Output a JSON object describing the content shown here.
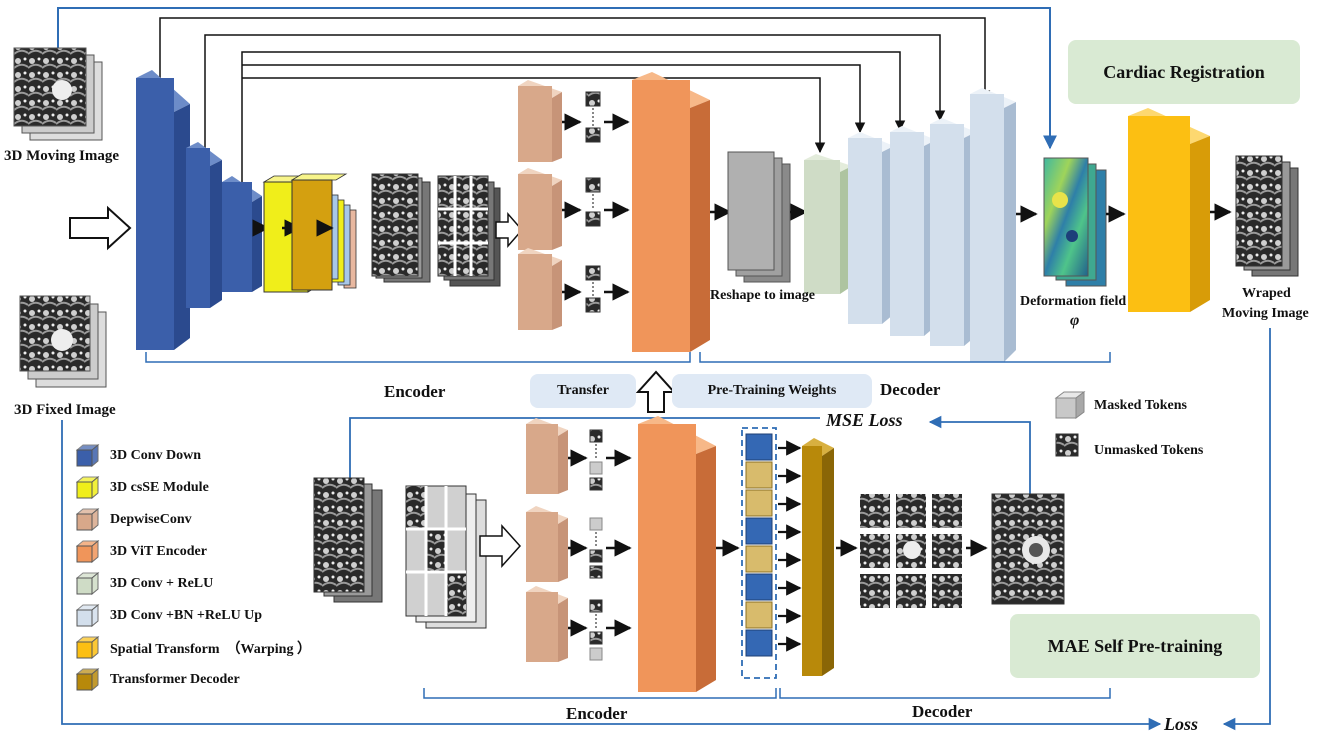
{
  "colors": {
    "conv_down": "#3b5faa",
    "csse": "#f0ee1a",
    "depthwise": "#d8a88a",
    "vit": "#f0955a",
    "conv_relu": "#cfdcc6",
    "conv_bn_up": "#d3dfec",
    "spatial": "#fcbf12",
    "transformer_decoder": "#b8890a",
    "arrow_blue": "#2f6db5",
    "pill_green": "#d9ead3",
    "pill_blue": "#dfe9f5"
  },
  "labels": {
    "moving": "3D Moving Image",
    "fixed": "3D Fixed Image",
    "encoder_top": "Encoder",
    "decoder_top": "Decoder",
    "reshape": "Reshape to image",
    "deformation": "Deformation field",
    "phi": "φ",
    "wraped": "Wraped",
    "wraped2": "Moving Image",
    "cardiac": "Cardiac Registration",
    "transfer": "Transfer",
    "pretrain": "Pre-Training Weights",
    "mse": "MSE Loss",
    "loss": "Loss",
    "masked": "Masked Tokens",
    "unmasked": "Unmasked Tokens",
    "mae": "MAE Self Pre-training",
    "encoder_bottom": "Encoder",
    "decoder_bottom": "Decoder"
  },
  "legend": [
    {
      "label": "3D Conv Down",
      "color": "#3b5faa",
      "icon": "cube-icon"
    },
    {
      "label": "3D csSE Module",
      "color": "#f0ee1a",
      "icon": "cube-icon"
    },
    {
      "label": "DepwiseConv",
      "color": "#d8a88a",
      "icon": "cube-icon"
    },
    {
      "label": "3D ViT Encoder",
      "color": "#f0955a",
      "icon": "cube-icon"
    },
    {
      "label": "3D Conv + ReLU",
      "color": "#cfdcc6",
      "icon": "cube-icon"
    },
    {
      "label": "3D Conv +BN +ReLU Up",
      "color": "#d3dfec",
      "icon": "cube-icon"
    },
    {
      "label": "Spatial Transform  （Warping ）",
      "color": "#fcbf12",
      "icon": "cube-icon"
    },
    {
      "label": "Transformer Decoder",
      "color": "#b8890a",
      "icon": "cube-icon"
    }
  ]
}
